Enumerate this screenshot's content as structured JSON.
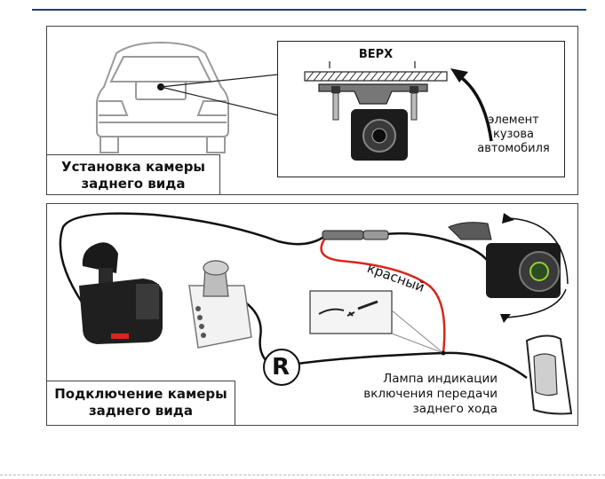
{
  "colors": {
    "wire_black": "#111111",
    "wire_red": "#d8261b",
    "car_outline": "#9a9a9a",
    "header_line": "#1f3f73"
  },
  "panel_top": {
    "caption_line1": "Установка камеры",
    "caption_line2": "заднего вида",
    "inset": {
      "top_label": "ВЕРХ",
      "body_label_line1": "элемент",
      "body_label_line2": "кузова",
      "body_label_line3": "автомобиля"
    }
  },
  "panel_bottom": {
    "caption_line1": "Подключение камеры",
    "caption_line2": "заднего вида",
    "wire_label": "красный",
    "reverse_badge": "R",
    "lamp_label_line1": "Лампа индикации",
    "lamp_label_line2": "включения передачи",
    "lamp_label_line3": "заднего хода"
  }
}
